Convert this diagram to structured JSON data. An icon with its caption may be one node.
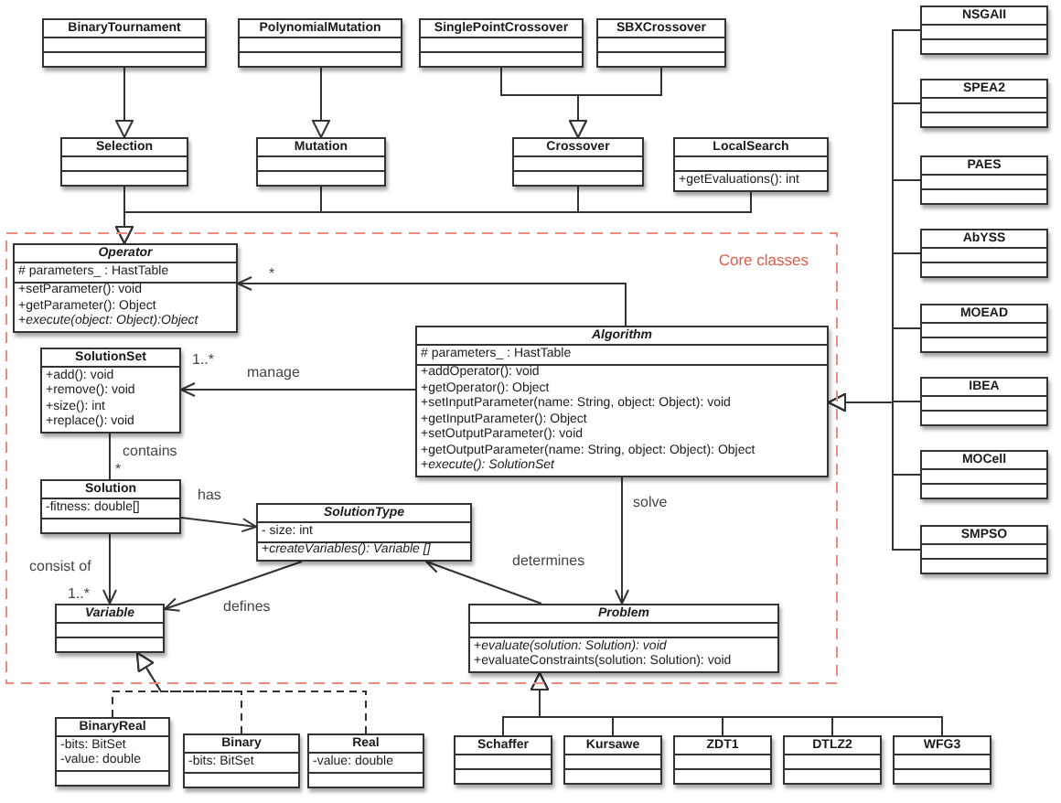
{
  "diagram": {
    "nodes": [
      {
        "text": [
          "BinaryTournament"
        ]
      },
      {
        "text": [
          "PolynomialMutation"
        ]
      },
      {
        "text": [
          "SinglePointCrossover"
        ]
      },
      {
        "text": [
          "SBXCrossover"
        ]
      },
      {
        "text": [
          "Selection"
        ]
      },
      {
        "text": [
          "Mutation"
        ]
      },
      {
        "text": [
          "Crossover"
        ]
      },
      {
        "text": [
          "LocalSearch",
          "+getEvaluations(): int"
        ]
      },
      {
        "text": [
          "Core classes"
        ]
      },
      {
        "text": [
          "Operator",
          "# parameters_ : HastTable",
          "+setParameter(): void",
          "+getParameter(): Object",
          "+*execute(object: Object):Object*"
        ],
        "in": 8
      },
      {
        "text": [
          "SolutionSet",
          "+add(): void",
          "+remove(): void",
          "+size(): int",
          "+replace(): void"
        ],
        "in": 8
      },
      {
        "text": [
          "Algorithm",
          "# parameters_ : HastTable",
          "+addOperator(): void",
          "+getOperator(): Object",
          "+setInputParameter(name: String, object: Object): void",
          "+getInputParameter(): Object",
          "+setOutputParameter(): void",
          "+getOutputParameter(name: String, object: Object): Object",
          "+*execute(): SolutionSet*"
        ],
        "in": 8
      },
      {
        "text": [
          "Solution",
          "-fitness: double[]"
        ],
        "in": 8
      },
      {
        "text": [
          "SolutionType",
          "- size: int",
          "+*createVariables(): Variable []*"
        ],
        "in": 8
      },
      {
        "text": [
          "Variable"
        ],
        "in": 8
      },
      {
        "text": [
          "Problem",
          "+*evaluate(solution: Solution): void*",
          "+evaluateConstraints(solution: Solution): void"
        ],
        "in": 8
      },
      {
        "text": [
          "BinaryReal",
          "-bits: BitSet",
          "-value: double"
        ]
      },
      {
        "text": [
          "Binary",
          "-bits: BitSet"
        ]
      },
      {
        "text": [
          "Real",
          "-value: double"
        ]
      },
      {
        "text": [
          "Schaffer"
        ]
      },
      {
        "text": [
          "Kursawe"
        ]
      },
      {
        "text": [
          "ZDT1"
        ]
      },
      {
        "text": [
          "DTLZ2"
        ]
      },
      {
        "text": [
          "WFG3"
        ]
      },
      {
        "text": [
          "NSGAII"
        ]
      },
      {
        "text": [
          "SPEA2"
        ]
      },
      {
        "text": [
          "PAES"
        ]
      },
      {
        "text": [
          "AbYSS"
        ]
      },
      {
        "text": [
          "MOEAD"
        ]
      },
      {
        "text": [
          "IBEA"
        ]
      },
      {
        "text": [
          "MOCell"
        ]
      },
      {
        "text": [
          "SMPSO"
        ]
      }
    ],
    "edges": [
      {
        "from": 0,
        "to": 4,
        "arrow": "to"
      },
      {
        "from": 1,
        "to": 5,
        "arrow": "to"
      },
      {
        "from": 2,
        "to": 6,
        "arrow": "to"
      },
      {
        "from": 3,
        "to": 6,
        "arrow": "to"
      },
      {
        "from": 4,
        "to": 9,
        "arrow": "to"
      },
      {
        "from": 5,
        "to": 9,
        "arrow": "to"
      },
      {
        "from": 6,
        "to": 9,
        "arrow": "to"
      },
      {
        "from": 7,
        "to": 9,
        "arrow": "to"
      },
      {
        "from": 11,
        "to": 9,
        "arrow": "to"
      },
      {
        "from": 11,
        "to": 10,
        "arrow": "to",
        "label": "manage"
      },
      {
        "from": 10,
        "to": 12,
        "arrow": "none",
        "label": "contains"
      },
      {
        "from": 12,
        "to": 13,
        "arrow": "to",
        "label": "has"
      },
      {
        "from": 12,
        "to": 14,
        "arrow": "to",
        "label": "consist of"
      },
      {
        "from": 13,
        "to": 14,
        "arrow": "to",
        "label": "defines"
      },
      {
        "from": 15,
        "to": 13,
        "arrow": "to",
        "label": "determines"
      },
      {
        "from": 11,
        "to": 15,
        "arrow": "to",
        "label": "solve"
      },
      {
        "from": 16,
        "to": 14,
        "arrow": "to",
        "style": "dashed"
      },
      {
        "from": 17,
        "to": 14,
        "arrow": "to",
        "style": "dashed"
      },
      {
        "from": 18,
        "to": 14,
        "arrow": "to",
        "style": "dashed"
      },
      {
        "from": 19,
        "to": 15,
        "arrow": "to"
      },
      {
        "from": 20,
        "to": 15,
        "arrow": "to"
      },
      {
        "from": 21,
        "to": 15,
        "arrow": "to"
      },
      {
        "from": 22,
        "to": 15,
        "arrow": "to"
      },
      {
        "from": 23,
        "to": 15,
        "arrow": "to"
      },
      {
        "from": 24,
        "to": 11,
        "arrow": "to"
      },
      {
        "from": 25,
        "to": 11,
        "arrow": "to"
      },
      {
        "from": 26,
        "to": 11,
        "arrow": "to"
      },
      {
        "from": 27,
        "to": 11,
        "arrow": "to"
      },
      {
        "from": 28,
        "to": 11,
        "arrow": "to"
      },
      {
        "from": 29,
        "to": 11,
        "arrow": "to"
      },
      {
        "from": 30,
        "to": 11,
        "arrow": "to"
      },
      {
        "from": 31,
        "to": 11,
        "arrow": "to"
      }
    ],
    "labels": [
      "*",
      "1..*",
      "*",
      "1..*"
    ]
  }
}
